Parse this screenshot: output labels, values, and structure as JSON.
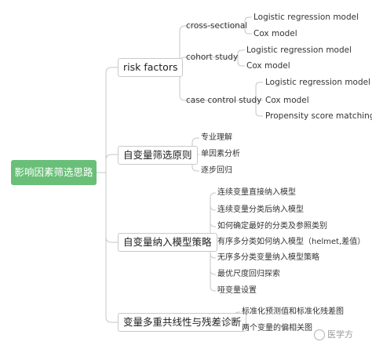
{
  "root": {
    "label": "影响因素筛选思路"
  },
  "branches": [
    {
      "label": "risk factors",
      "groups": [
        {
          "label": "cross-sectional",
          "leaves": [
            "Logistic regression model",
            "Cox model"
          ]
        },
        {
          "label": "cohort study",
          "leaves": [
            "Logistic regression model",
            "Cox model"
          ]
        },
        {
          "label": "case control study",
          "leaves": [
            "Logistic regression model",
            "Cox model",
            "Propensity score matching"
          ]
        }
      ]
    },
    {
      "label": "自变量筛选原则",
      "leaves": [
        "专业理解",
        "单因素分析",
        "逐步回归"
      ]
    },
    {
      "label": "自变量纳入模型策略",
      "leaves": [
        "连续变量直接纳入模型",
        "连续变量分类后纳入模型",
        "如何确定最好的分类及参照类别",
        "有序多分类如何纳入模型（helmet,差值）",
        "无序多分类变量纳入模型策略",
        "最优尺度回归探索",
        "哑变量设置"
      ]
    },
    {
      "label": "变量多重共线性与残差诊断",
      "leaves": [
        "标准化预测值和标准化残差图",
        "两个变量的偏相关图"
      ]
    }
  ],
  "watermark": {
    "text": "医学方"
  }
}
